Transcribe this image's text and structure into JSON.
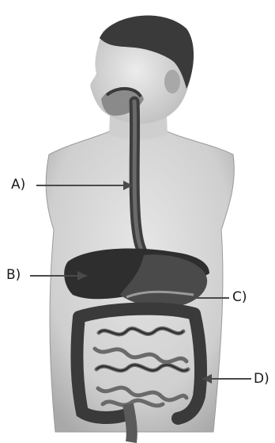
{
  "labels": {
    "a": "A)",
    "b": "B)",
    "c": "C)",
    "d": "D)"
  },
  "colors": {
    "skin": "#d9d9d9",
    "skin_shadow": "#b8b8b8",
    "hair": "#3a3a3a",
    "organ_dark": "#2e2e2e",
    "intestine": "#6a6a6a",
    "arrow": "#4a4a4a"
  }
}
